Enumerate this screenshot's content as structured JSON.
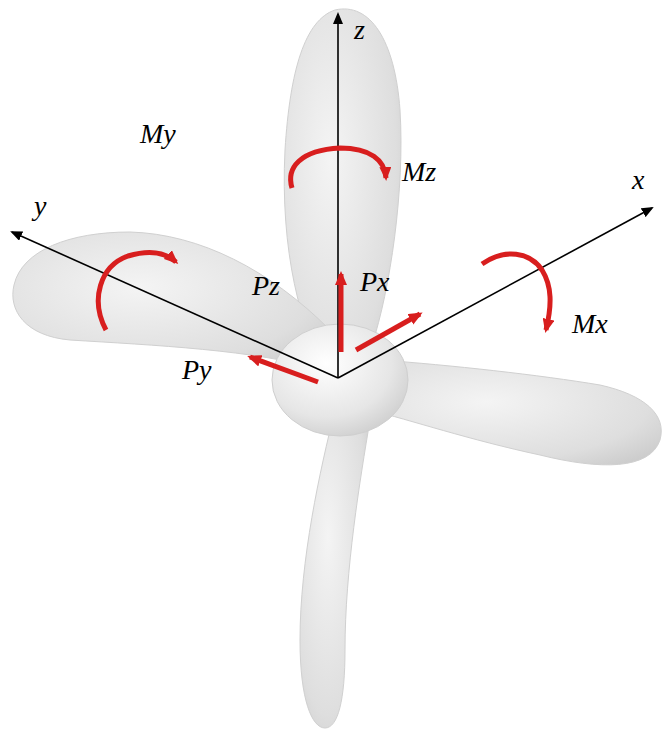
{
  "diagram": {
    "labels": [
      "z",
      "y",
      "x",
      "My",
      "Mz",
      "Pz",
      "Px",
      "Py",
      "Mx"
    ]
  }
}
